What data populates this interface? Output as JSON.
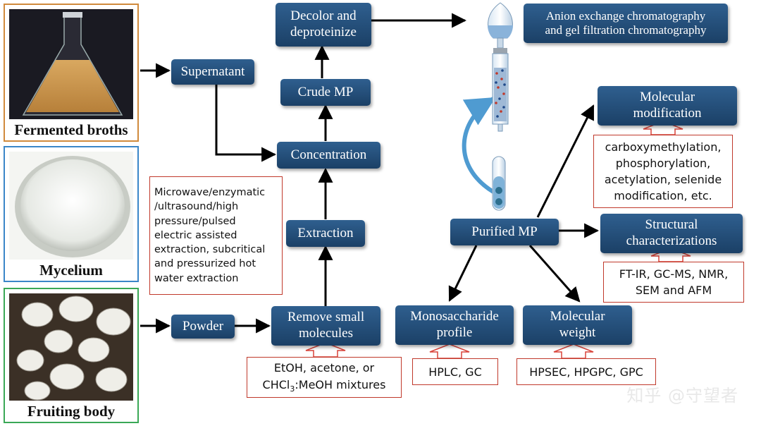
{
  "sources": {
    "fermented_broths": "Fermented broths",
    "mycelium": "Mycelium",
    "fruiting_body": "Fruiting body"
  },
  "steps": {
    "supernatant": "Supernatant",
    "powder": "Powder",
    "remove_small": "Remove small\nmolecules",
    "extraction": "Extraction",
    "concentration": "Concentration",
    "crude_mp": "Crude MP",
    "decolor": "Decolor and\ndeproteinize",
    "anion": "Anion exchange chromatography\nand gel filtration chromatography",
    "purified_mp": "Purified MP",
    "molecular_mod": "Molecular\nmodification",
    "structural": "Structural\ncharacterizations",
    "mono_profile": "Monosaccharide\nprofile",
    "mol_weight": "Molecular\nweight"
  },
  "notes": {
    "extraction_methods": "Microwave/enzymatic\n/ultrasound/high\npressure/pulsed\nelectric assisted\nextraction, subcritical\nand pressurized hot\nwater extraction",
    "solvents_line1": "EtOH, acetone, or",
    "solvents_line2_a": "CHCl",
    "solvents_line2_sub": "3",
    "solvents_line2_b": ":MeOH mixtures",
    "modifications": "carboxymethylation,\nphosphorylation,\nacetylation, selenide\nmodification, etc.",
    "structural_methods": "FT-IR, GC-MS, NMR,\nSEM and AFM",
    "mono_methods": "HPLC, GC",
    "weight_methods": "HPSEC, HPGPC, GPC"
  },
  "watermark": "知乎 @守望者",
  "colors": {
    "box": "#1f4a75",
    "note_border": "#c0392b",
    "broth_frame": "#d08a3c",
    "mycelium_frame": "#3a86c8",
    "fruiting_frame": "#3aa856"
  }
}
